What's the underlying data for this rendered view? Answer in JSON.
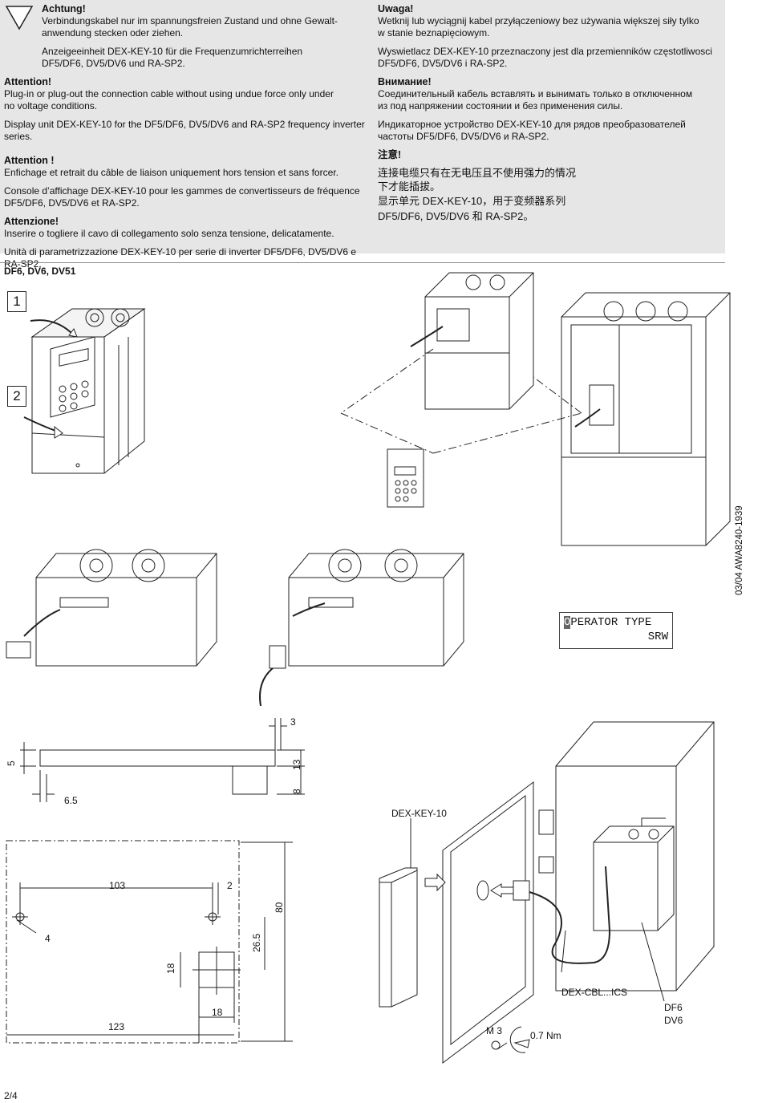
{
  "left_column": {
    "de_heading": "Achtung!",
    "de_line1": "Verbindungskabel nur im spannungsfreien Zustand und ohne Gewalt-",
    "de_line2": "anwendung stecken oder ziehen.",
    "de_desc1": "Anzeigeeinheit DEX-KEY-10 für die Frequenzumrichterreihen",
    "de_desc2": "DF5/DF6, DV5/DV6 und RA-SP2.",
    "en_heading": "Attention!",
    "en_line1": "Plug-in or plug-out the connection cable without using undue force only under",
    "en_line2": "no voltage conditions.",
    "en_desc": "Display unit DEX-KEY-10 for the DF5/DF6, DV5/DV6 and RA-SP2 frequency inverter series.",
    "fr_heading": "Attention !",
    "fr_line1": "Enfichage et retrait du câble de liaison uniquement hors tension et sans forcer.",
    "fr_desc1": "Console d’affichage DEX-KEY-10 pour les gammes de convertisseurs de fréquence",
    "fr_desc2": "DF5/DF6, DV5/DV6 et RA-SP2.",
    "it_heading": "Attenzione!",
    "it_line1": "Inserire o togliere il cavo di collegamento solo senza tensione, delicatamente.",
    "it_desc": "Unità di parametrizzazione DEX-KEY-10 per serie di inverter DF5/DF6, DV5/DV6 e RA-SP2."
  },
  "right_column": {
    "pl_heading": "Uwaga!",
    "pl_line1": "Wetknij lub wyciągnij kabel przyłączeniowy bez używania większej siły tylko",
    "pl_line2": "w stanie beznapięciowym.",
    "pl_desc1": "Wyswietlacz DEX-KEY-10 przeznaczony  jest dla przemienników częstotliwosci",
    "pl_desc2": "DF5/DF6, DV5/DV6 i RA-SP2.",
    "ru_heading": "Внимание!",
    "ru_line1": "Соединительный кабель вставлять и вынимать только в отключенном",
    "ru_line2": "из под напряжении состоянии и без применения силы.",
    "ru_desc1": "Индикаторное устройство DEX-KEY-10 для рядов преобразователей",
    "ru_desc2": "частоты DF5/DF6, DV5/DV6 и RA-SP2.",
    "zh_heading": "注意!",
    "zh_line1": "连接电缆只有在无电压且不使用强力的情况",
    "zh_line2": "下才能插拔。",
    "zh_line3": "显示单元 DEX-KEY-10，用于变频器系列",
    "zh_line4": "DF5/DF6, DV5/DV6 和 RA-SP2。"
  },
  "series_label": "DF6, DV6, DV51",
  "steps": [
    "1",
    "2"
  ],
  "lcd": {
    "line1_cursor": "O",
    "line1_rest": "PERATOR TYPE",
    "line2": "SRW"
  },
  "doc_id": "03/04 AWA8240-1939",
  "page_number": "2/4",
  "side_view_dims": {
    "top": "3",
    "left": "5",
    "right_upper": "13",
    "right_lower": "8",
    "bottom": "6.5"
  },
  "cutout_dims": {
    "width_holes": "103",
    "offset": "2",
    "height": "80",
    "hole_dia": "4",
    "vertical": "26.5",
    "cut_height": "18",
    "cut_width": "18",
    "total_width": "123"
  },
  "mount_labels": {
    "keypad": "DEX-KEY-10",
    "cable": "DEX-CBL...ICS",
    "drive_1": "DF6",
    "drive_2": "DV6",
    "screw": "M 3",
    "torque": "0.7 Nm"
  }
}
